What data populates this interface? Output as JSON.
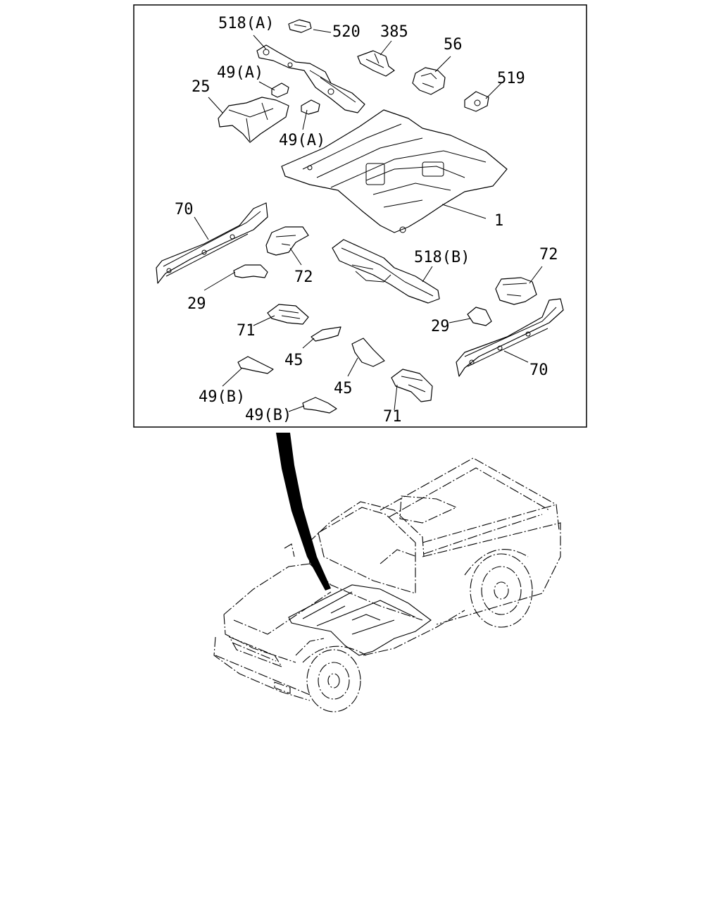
{
  "callouts": [
    {
      "id": "518a",
      "text": "518(A)"
    },
    {
      "id": "520",
      "text": "520"
    },
    {
      "id": "385",
      "text": "385"
    },
    {
      "id": "56",
      "text": "56"
    },
    {
      "id": "519",
      "text": "519"
    },
    {
      "id": "49a-top",
      "text": "49(A)"
    },
    {
      "id": "25",
      "text": "25"
    },
    {
      "id": "49a-mid",
      "text": "49(A)"
    },
    {
      "id": "70-left",
      "text": "70"
    },
    {
      "id": "1",
      "text": "1"
    },
    {
      "id": "72-left",
      "text": "72"
    },
    {
      "id": "518b",
      "text": "518(B)"
    },
    {
      "id": "72-right",
      "text": "72"
    },
    {
      "id": "29-left",
      "text": "29"
    },
    {
      "id": "71-left",
      "text": "71"
    },
    {
      "id": "29-right",
      "text": "29"
    },
    {
      "id": "45-upper",
      "text": "45"
    },
    {
      "id": "70-right",
      "text": "70"
    },
    {
      "id": "45-lower",
      "text": "45"
    },
    {
      "id": "49b-left",
      "text": "49(B)"
    },
    {
      "id": "49b-bottom",
      "text": "49(B)"
    },
    {
      "id": "71-right",
      "text": "71"
    }
  ]
}
